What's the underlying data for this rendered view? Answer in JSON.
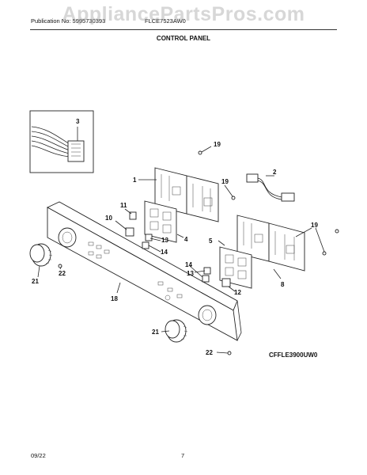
{
  "header": {
    "publication": "Publication No: 5995730393",
    "model": "FLCE7523AW0",
    "section_title": "CONTROL PANEL"
  },
  "watermark": "AppliancePartsPros.com",
  "diagram": {
    "callouts": [
      {
        "id": "c1",
        "label": "1"
      },
      {
        "id": "c2",
        "label": "2"
      },
      {
        "id": "c3",
        "label": "3"
      },
      {
        "id": "c4",
        "label": "4"
      },
      {
        "id": "c5",
        "label": "5"
      },
      {
        "id": "c8",
        "label": "8"
      },
      {
        "id": "c10",
        "label": "10"
      },
      {
        "id": "c11",
        "label": "11"
      },
      {
        "id": "c12",
        "label": "12"
      },
      {
        "id": "c13a",
        "label": "13"
      },
      {
        "id": "c13b",
        "label": "13"
      },
      {
        "id": "c14a",
        "label": "14"
      },
      {
        "id": "c14b",
        "label": "14"
      },
      {
        "id": "c18",
        "label": "18"
      },
      {
        "id": "c19a",
        "label": "19"
      },
      {
        "id": "c19b",
        "label": "19"
      },
      {
        "id": "c19c",
        "label": "19"
      },
      {
        "id": "c21a",
        "label": "21"
      },
      {
        "id": "c21b",
        "label": "21"
      },
      {
        "id": "c22a",
        "label": "22"
      },
      {
        "id": "c22b",
        "label": "22"
      }
    ],
    "model_code": "CFFLE3900UW0"
  },
  "footer": {
    "date": "09/22",
    "page": "7"
  }
}
